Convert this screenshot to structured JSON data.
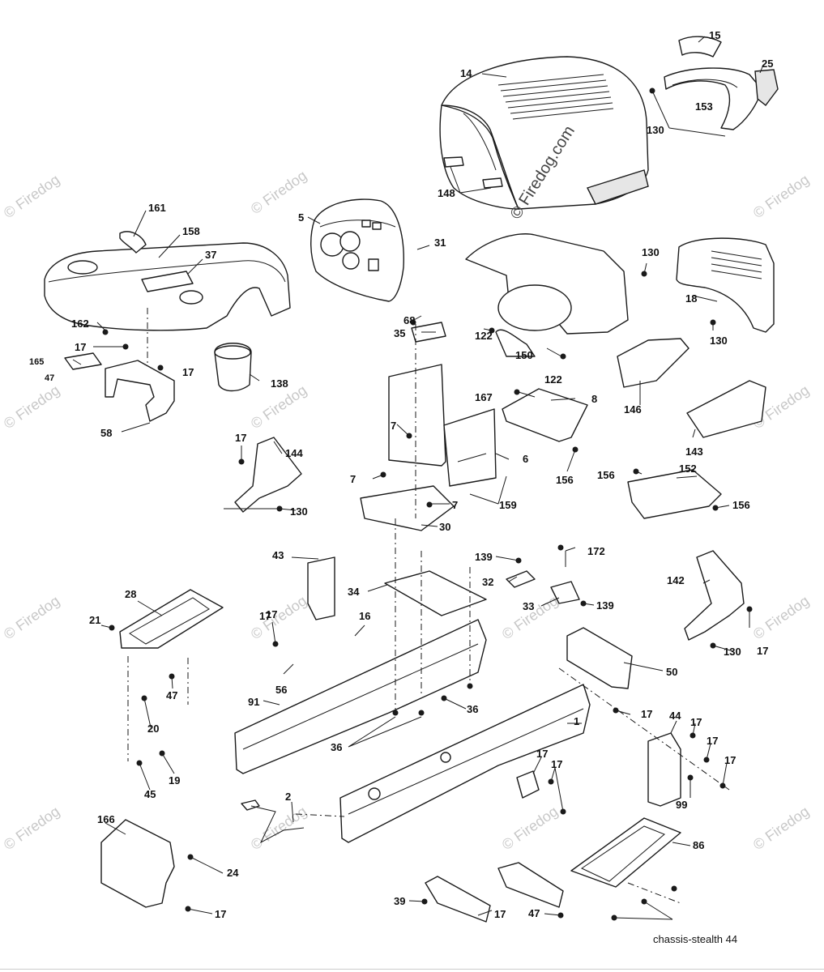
{
  "diagram": {
    "caption": "chassis-stealth  44",
    "watermark_center": "© Firedog.com",
    "watermark_tile": "© Firedog",
    "callouts": [
      {
        "id": "c14",
        "text": "14"
      },
      {
        "id": "c15",
        "text": "15"
      },
      {
        "id": "c25",
        "text": "25"
      },
      {
        "id": "c153",
        "text": "153"
      },
      {
        "id": "c130a",
        "text": "130"
      },
      {
        "id": "c148",
        "text": "148"
      },
      {
        "id": "c5",
        "text": "5"
      },
      {
        "id": "c161",
        "text": "161"
      },
      {
        "id": "c158",
        "text": "158"
      },
      {
        "id": "c37",
        "text": "37"
      },
      {
        "id": "c162",
        "text": "162"
      },
      {
        "id": "c17a",
        "text": "17"
      },
      {
        "id": "c165",
        "text": "165"
      },
      {
        "id": "c47a",
        "text": "47"
      },
      {
        "id": "c17b",
        "text": "17"
      },
      {
        "id": "c138",
        "text": "138"
      },
      {
        "id": "c58",
        "text": "58"
      },
      {
        "id": "c68",
        "text": "68"
      },
      {
        "id": "c31",
        "text": "31"
      },
      {
        "id": "c35",
        "text": "35"
      },
      {
        "id": "c122a",
        "text": "122"
      },
      {
        "id": "c150",
        "text": "150"
      },
      {
        "id": "c122b",
        "text": "122"
      },
      {
        "id": "c130b",
        "text": "130"
      },
      {
        "id": "c18",
        "text": "18"
      },
      {
        "id": "c130c",
        "text": "130"
      },
      {
        "id": "c146",
        "text": "146"
      },
      {
        "id": "c143",
        "text": "143"
      },
      {
        "id": "c167",
        "text": "167"
      },
      {
        "id": "c8",
        "text": "8"
      },
      {
        "id": "c7a",
        "text": "7"
      },
      {
        "id": "c6",
        "text": "6"
      },
      {
        "id": "c156a",
        "text": "156"
      },
      {
        "id": "c7b",
        "text": "7"
      },
      {
        "id": "c159",
        "text": "159"
      },
      {
        "id": "c7c",
        "text": "7"
      },
      {
        "id": "c30",
        "text": "30"
      },
      {
        "id": "c156b",
        "text": "156"
      },
      {
        "id": "c152",
        "text": "152"
      },
      {
        "id": "c156c",
        "text": "156"
      },
      {
        "id": "c17c",
        "text": "17"
      },
      {
        "id": "c144",
        "text": "144"
      },
      {
        "id": "c130d",
        "text": "130"
      },
      {
        "id": "c43",
        "text": "43"
      },
      {
        "id": "c139a",
        "text": "139"
      },
      {
        "id": "c172",
        "text": "172"
      },
      {
        "id": "c32",
        "text": "32"
      },
      {
        "id": "c34",
        "text": "34"
      },
      {
        "id": "c33",
        "text": "33"
      },
      {
        "id": "c139b",
        "text": "139"
      },
      {
        "id": "c142",
        "text": "142"
      },
      {
        "id": "c17d",
        "text": "17"
      },
      {
        "id": "c130e",
        "text": "130"
      },
      {
        "id": "c28",
        "text": "28"
      },
      {
        "id": "c21",
        "text": "21"
      },
      {
        "id": "c16",
        "text": "16"
      },
      {
        "id": "c17e",
        "text": "17"
      },
      {
        "id": "c56",
        "text": "56"
      },
      {
        "id": "c47b",
        "text": "47"
      },
      {
        "id": "c50",
        "text": "50"
      },
      {
        "id": "c91",
        "text": "91"
      },
      {
        "id": "c17f",
        "text": "17"
      },
      {
        "id": "c36a",
        "text": "36"
      },
      {
        "id": "c17g",
        "text": "17"
      },
      {
        "id": "c1",
        "text": "1"
      },
      {
        "id": "c44",
        "text": "44"
      },
      {
        "id": "c17h",
        "text": "17"
      },
      {
        "id": "c36b",
        "text": "36"
      },
      {
        "id": "c17i",
        "text": "17"
      },
      {
        "id": "c17j",
        "text": "17"
      },
      {
        "id": "c20",
        "text": "20"
      },
      {
        "id": "c19",
        "text": "19"
      },
      {
        "id": "c45",
        "text": "45"
      },
      {
        "id": "c17k",
        "text": "17"
      },
      {
        "id": "c17l",
        "text": "17"
      },
      {
        "id": "c99",
        "text": "99"
      },
      {
        "id": "c2",
        "text": "2"
      },
      {
        "id": "c166",
        "text": "166"
      },
      {
        "id": "c24",
        "text": "24"
      },
      {
        "id": "c86",
        "text": "86"
      },
      {
        "id": "c17m",
        "text": "17"
      },
      {
        "id": "c39",
        "text": "39"
      },
      {
        "id": "c17n",
        "text": "17"
      },
      {
        "id": "c47c",
        "text": "47"
      }
    ]
  }
}
